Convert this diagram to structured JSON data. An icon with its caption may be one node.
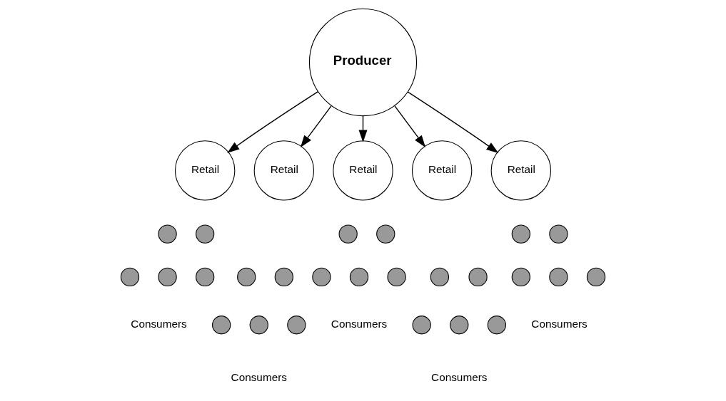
{
  "diagram": {
    "nodes": [
      {
        "text": [
          "Producer"
        ]
      },
      {
        "text": [
          "Retail"
        ]
      },
      {
        "text": [
          "Retail"
        ]
      },
      {
        "text": [
          "Retail"
        ]
      },
      {
        "text": [
          "Retail"
        ]
      },
      {
        "text": [
          "Retail"
        ]
      },
      {
        "text": [],
        "shape": "circle"
      },
      {
        "text": [],
        "shape": "circle"
      },
      {
        "text": [],
        "shape": "circle"
      },
      {
        "text": [],
        "shape": "circle"
      },
      {
        "text": [],
        "shape": "circle"
      },
      {
        "text": [],
        "shape": "circle"
      },
      {
        "text": [],
        "shape": "circle"
      },
      {
        "text": [],
        "shape": "circle"
      },
      {
        "text": [],
        "shape": "circle"
      },
      {
        "text": [],
        "shape": "circle"
      },
      {
        "text": [],
        "shape": "circle"
      },
      {
        "text": [],
        "shape": "circle"
      },
      {
        "text": [],
        "shape": "circle"
      },
      {
        "text": [],
        "shape": "circle"
      },
      {
        "text": [],
        "shape": "circle"
      },
      {
        "text": [],
        "shape": "circle"
      },
      {
        "text": [],
        "shape": "circle"
      },
      {
        "text": [],
        "shape": "circle"
      },
      {
        "text": [],
        "shape": "circle"
      },
      {
        "text": [],
        "shape": "circle"
      },
      {
        "text": [],
        "shape": "circle"
      },
      {
        "text": [],
        "shape": "circle"
      },
      {
        "text": [],
        "shape": "circle"
      },
      {
        "text": [],
        "shape": "circle"
      },
      {
        "text": [],
        "shape": "circle"
      }
    ],
    "edges": [
      {
        "from": 0,
        "to": 1,
        "arrow": "to"
      },
      {
        "from": 0,
        "to": 2,
        "arrow": "to"
      },
      {
        "from": 0,
        "to": 3,
        "arrow": "to"
      },
      {
        "from": 0,
        "to": 4,
        "arrow": "to"
      },
      {
        "from": 0,
        "to": 5,
        "arrow": "to"
      }
    ],
    "labels": [
      "Consumers",
      "Consumers",
      "Consumers",
      "Consumers",
      "Consumers"
    ]
  }
}
